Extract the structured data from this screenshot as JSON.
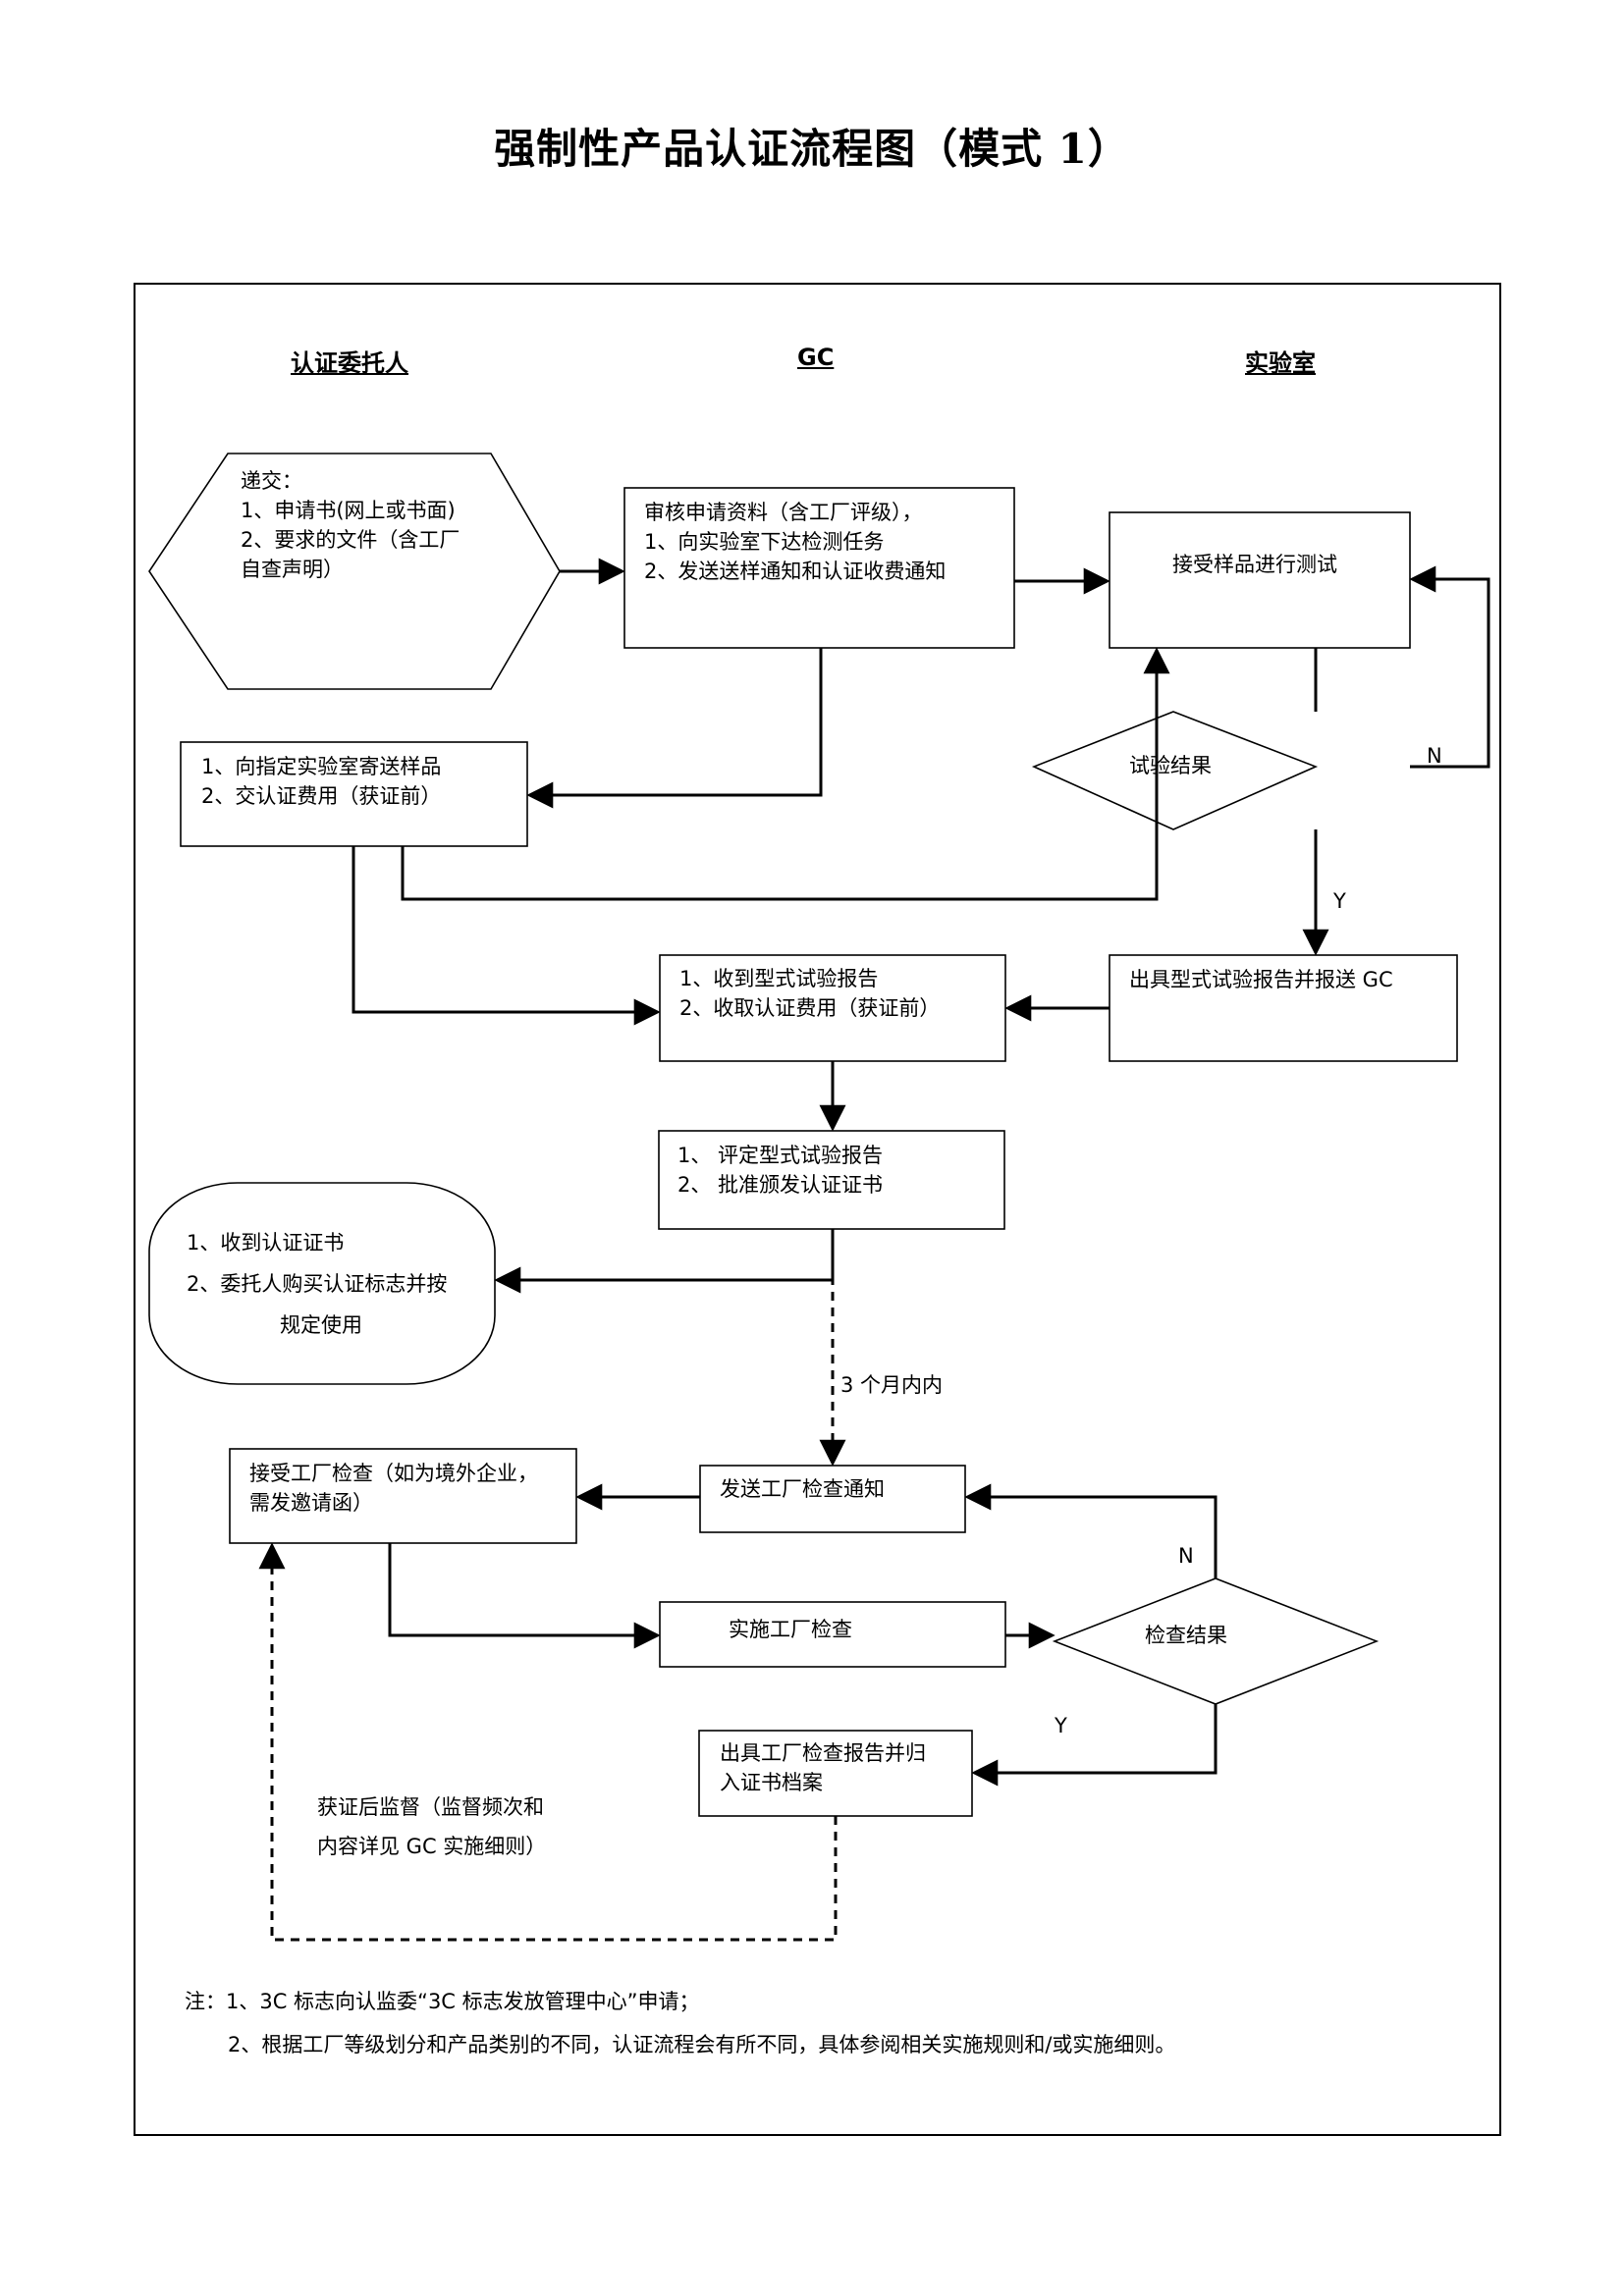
{
  "title": "强制性产品认证流程图（模式 1）",
  "lanes": {
    "applicant": "认证委托人",
    "gc": "GC",
    "lab": "实验室"
  },
  "nodes": {
    "submit": [
      "递交：",
      "1、申请书(网上或书面)",
      "2、要求的文件（含工厂",
      "自查声明）"
    ],
    "review": [
      "审核申请资料（含工厂评级），",
      "1、向实验室下达检测任务",
      "2、发送送样通知和认证收费通知"
    ],
    "test": [
      "接受样品进行测试"
    ],
    "send_sample": [
      "1、向指定实验室寄送样品",
      "2、交认证费用（获证前）"
    ],
    "test_result": "试验结果",
    "receive_report": [
      "1、收到型式试验报告",
      "2、收取认证费用（获证前）"
    ],
    "issue_report": [
      "出具型式试验报告并报送 GC"
    ],
    "approve": [
      "1、   评定型式试验报告",
      "2、   批准颁发认证证书"
    ],
    "receive_cert": [
      "1、收到认证证书",
      "2、委托人购买认证标志并按",
      "规定使用"
    ],
    "accept_inspection": [
      "接受工厂检查（如为境外企业，",
      "需发邀请函）"
    ],
    "send_notice": [
      "发送工厂检查通知"
    ],
    "perform_inspection": [
      "实施工厂检查"
    ],
    "inspection_result": "检查结果",
    "inspection_report": [
      "出具工厂检查报告并归",
      "入证书档案"
    ]
  },
  "labels": {
    "n1": "N",
    "y1": "Y",
    "n2": "N",
    "y2": "Y",
    "three_months": "3 个月内内",
    "supervision": [
      "获证后监督（监督频次和",
      "内容详见 GC 实施细则）"
    ]
  },
  "notes": [
    "注：1、3C 标志向认监委“3C 标志发放管理中心”申请；",
    "2、根据工厂等级划分和产品类别的不同，认证流程会有所不同，具体参阅相关实施规则和/或实施细则。"
  ]
}
